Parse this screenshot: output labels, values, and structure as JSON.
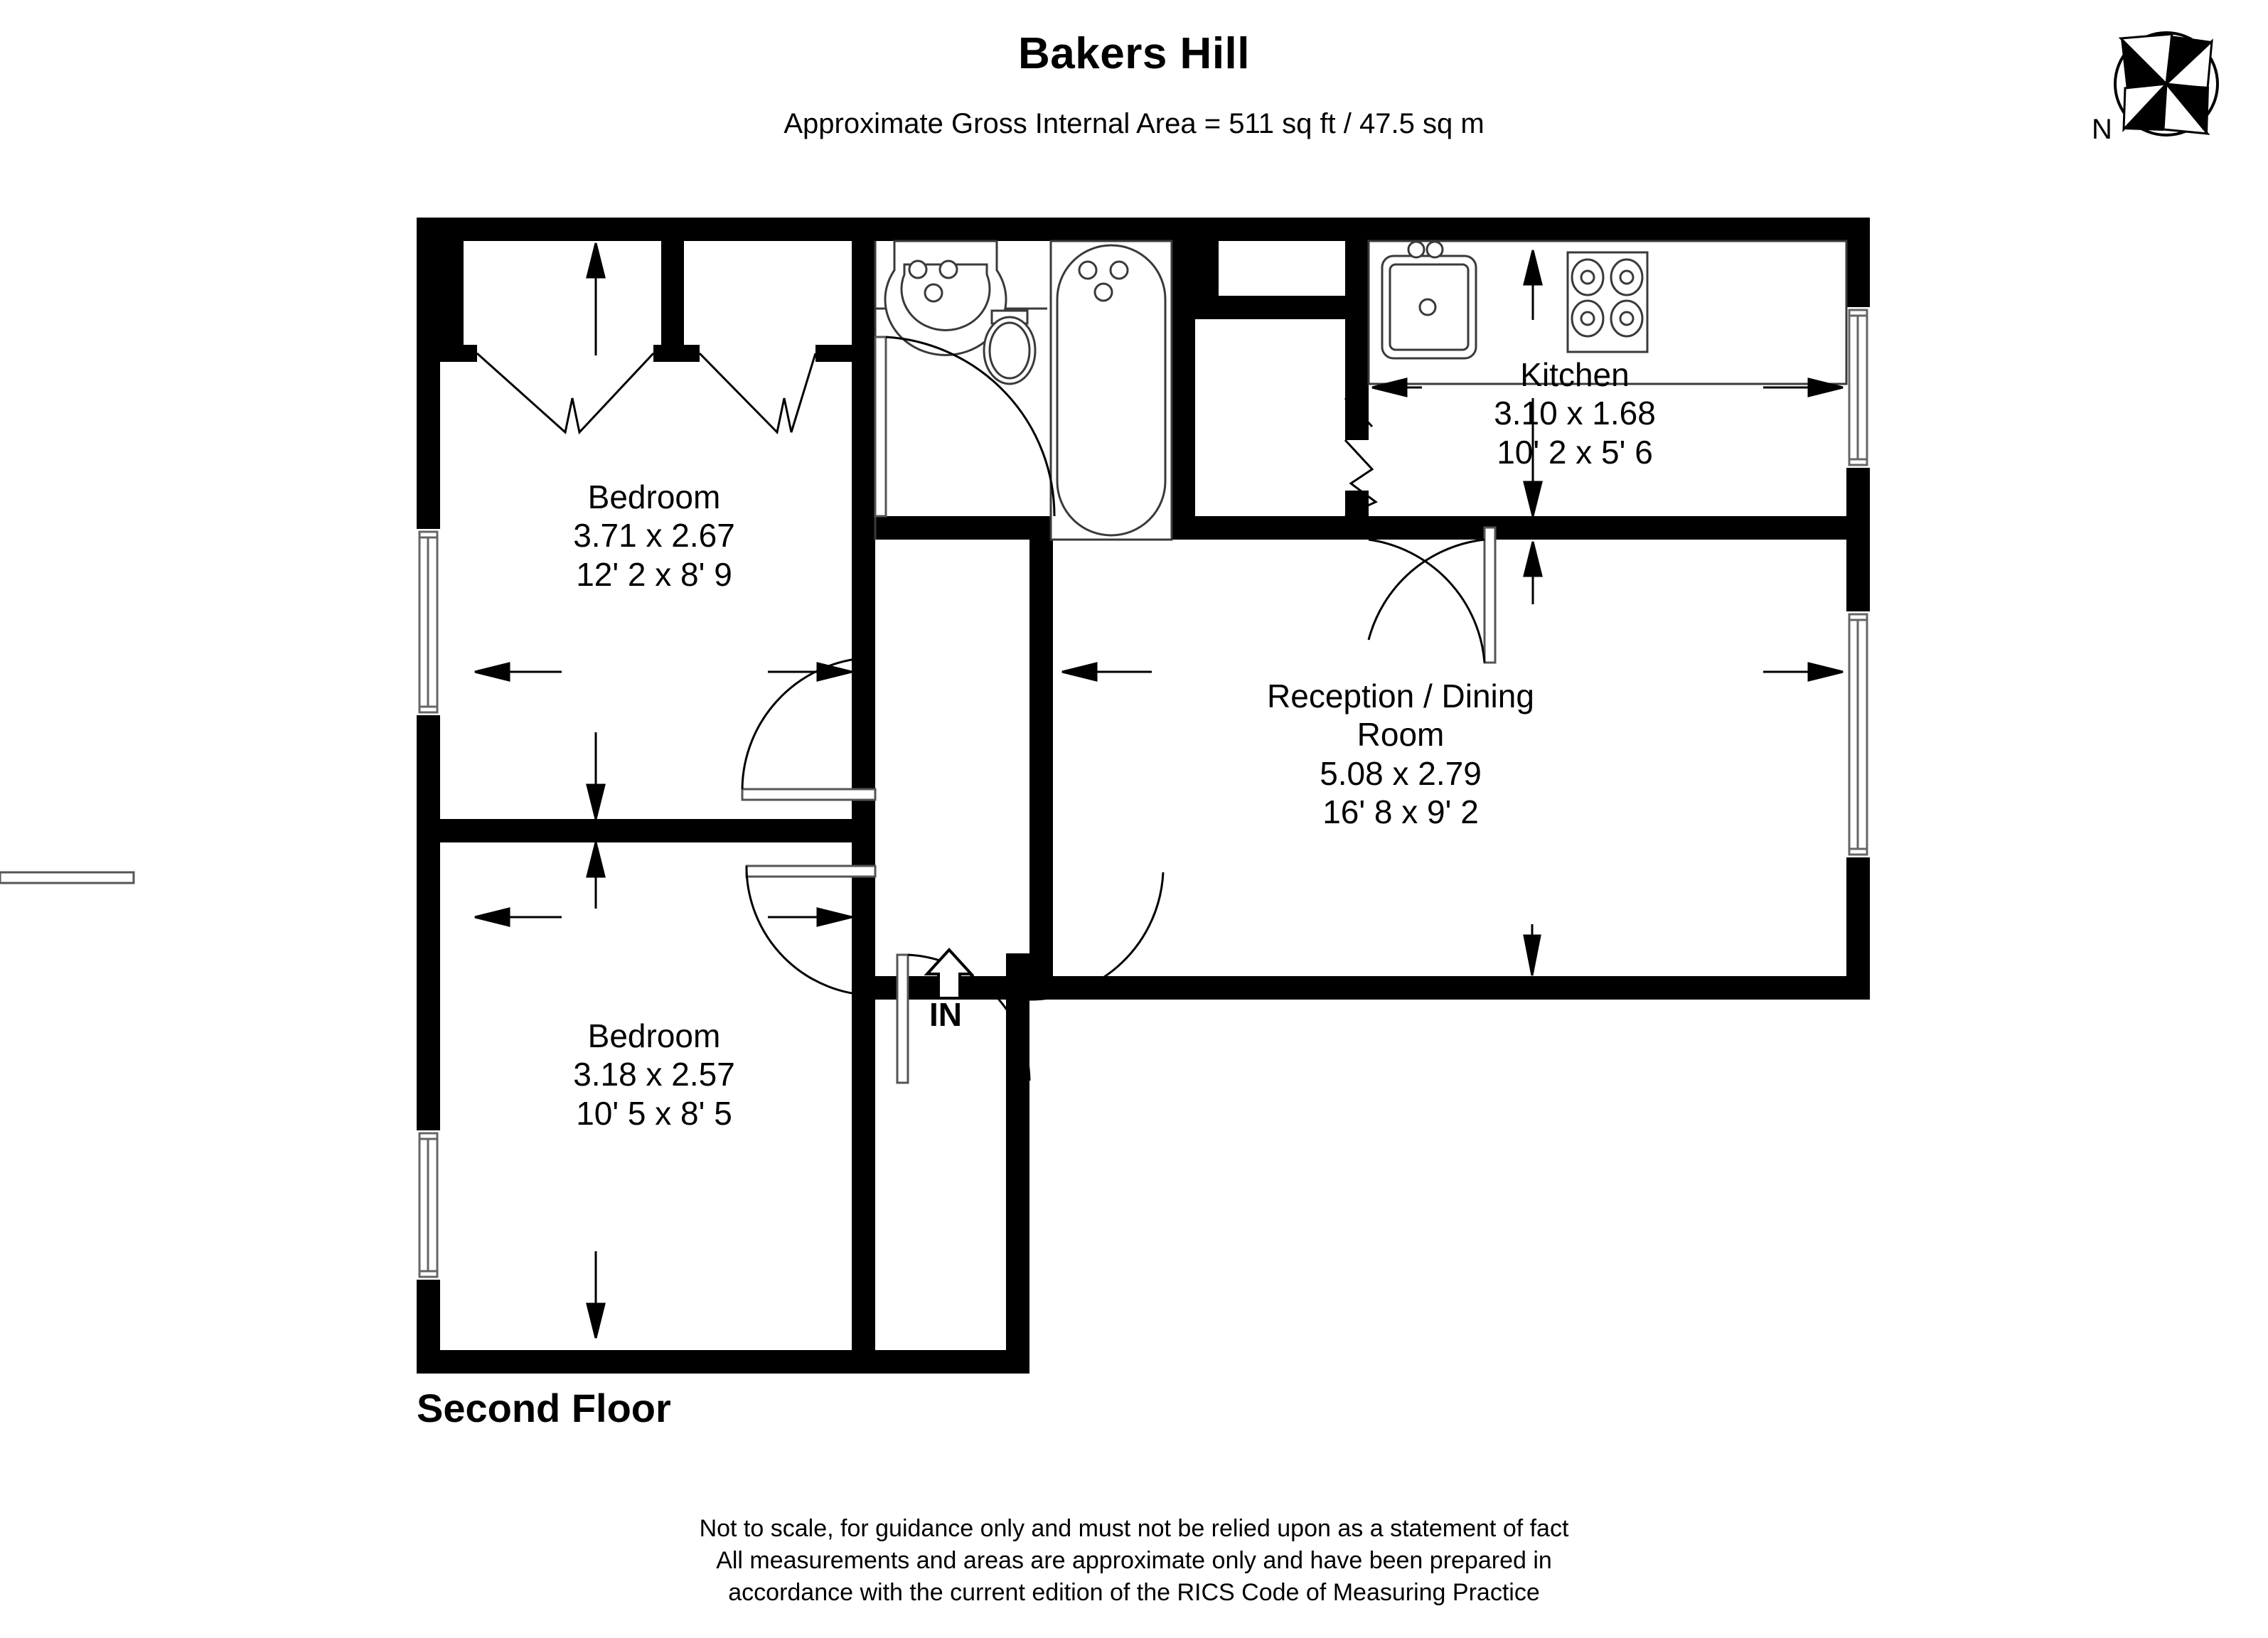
{
  "header": {
    "title": "Bakers Hill",
    "subtitle": "Approximate Gross Internal Area = 511 sq ft / 47.5 sq m"
  },
  "compass": {
    "north_label": "N",
    "icon": "compass-rose-icon"
  },
  "floor_label": "Second Floor",
  "entrance": {
    "label": "IN",
    "icon": "up-arrow-icon"
  },
  "rooms": [
    {
      "id": "bedroom-1",
      "name": "Bedroom",
      "metric": "3.71 x 2.67",
      "imperial": "12' 2 x 8' 9"
    },
    {
      "id": "bedroom-2",
      "name": "Bedroom",
      "metric": "3.18 x 2.57",
      "imperial": "10' 5 x 8' 5"
    },
    {
      "id": "kitchen",
      "name": "Kitchen",
      "metric": "3.10 x 1.68",
      "imperial": "10' 2 x 5' 6"
    },
    {
      "id": "reception-dining",
      "name": "Reception / Dining",
      "name2": "Room",
      "metric": "5.08 x 2.79",
      "imperial": "16' 8 x 9' 2"
    }
  ],
  "fixtures": [
    {
      "id": "wash-basin",
      "name": "basin-icon"
    },
    {
      "id": "toilet",
      "name": "toilet-icon"
    },
    {
      "id": "bathtub",
      "name": "bathtub-icon"
    },
    {
      "id": "kitchen-sink",
      "name": "sink-icon"
    },
    {
      "id": "hob",
      "name": "hob-icon"
    },
    {
      "id": "wardrobe-left",
      "name": "wardrobe-icon"
    },
    {
      "id": "wardrobe-right",
      "name": "wardrobe-icon"
    }
  ],
  "footer": {
    "line1": "Not to scale, for guidance only and must not be relied upon as a statement of fact",
    "line2": "All measurements and areas are approximate only and have been prepared in",
    "line3": "accordance with the current edition of the RICS Code of Measuring Practice"
  },
  "colors": {
    "wall": "#000000",
    "background": "#ffffff",
    "fixture_stroke": "#3a3a3a"
  }
}
